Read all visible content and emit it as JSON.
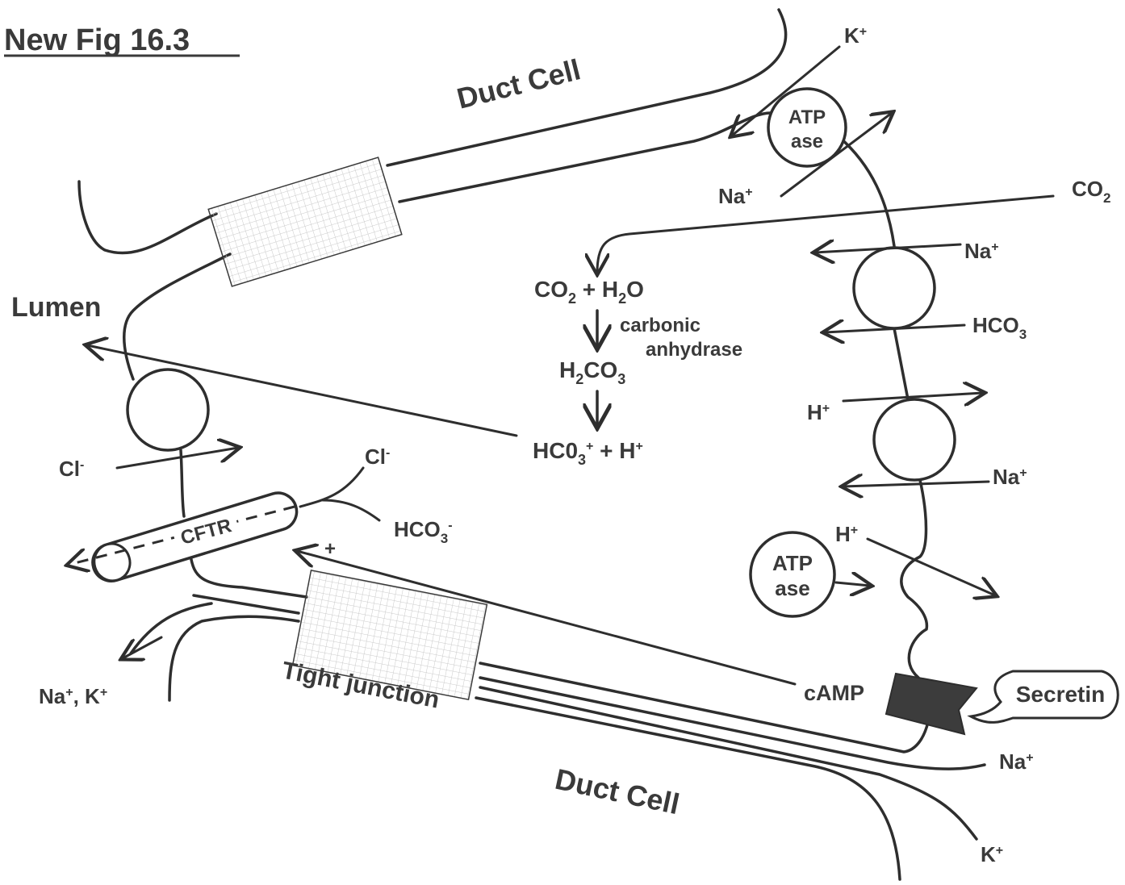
{
  "figure": {
    "title": "New Fig 16.3",
    "colors": {
      "ink": "#2e2e2e",
      "text": "#3a3a3a",
      "background": "#ffffff",
      "receptor": "#3c3c3c"
    }
  },
  "labels": {
    "duct_cell_top": "Duct Cell",
    "duct_cell_bottom": "Duct Cell",
    "lumen": "Lumen",
    "tight_junction": "Tight junction",
    "cftr": "CFTR",
    "camp": "cAMP",
    "secretin": "Secretin",
    "carbonic": "carbonic",
    "anhydrase": "anhydrase",
    "plus": "+",
    "atpase_top": "ATP",
    "atpase_bottom": "ase"
  },
  "reactions": {
    "co2": "CO",
    "co2_sub": "2",
    "plus_h2o": " + H",
    "h2o_sub": "2",
    "h2o_o": "O",
    "h2co3_h": "H",
    "h2co3_sub1": "2",
    "h2co3_co": "CO",
    "h2co3_sub2": "3",
    "hco3_product": "HC0",
    "hco3_product_sub": "3",
    "hco3_product_sup": "+",
    "plus_h": " + H",
    "h_sup": "+"
  },
  "ions": {
    "k_top": "K",
    "na_top": "Na",
    "co2_right": "CO",
    "co2_right_sub": "2",
    "na_exchanger1": "Na",
    "hco3_exchanger1": "HCO",
    "hco3_exchanger1_sub": "3",
    "h_exchanger2": "H",
    "na_exchanger2": "Na",
    "h_pump": "H",
    "cl_left": "Cl",
    "cl_cftr": "Cl",
    "hco3_cftr": "HCO",
    "hco3_cftr_sub": "3",
    "hco3_cftr_sup": "-",
    "na_k_paracellular": "Na",
    "na_k_k": ", K",
    "na_bottom": "Na",
    "k_bottom": "K",
    "plus_sup": "+",
    "minus_sup": "-"
  }
}
